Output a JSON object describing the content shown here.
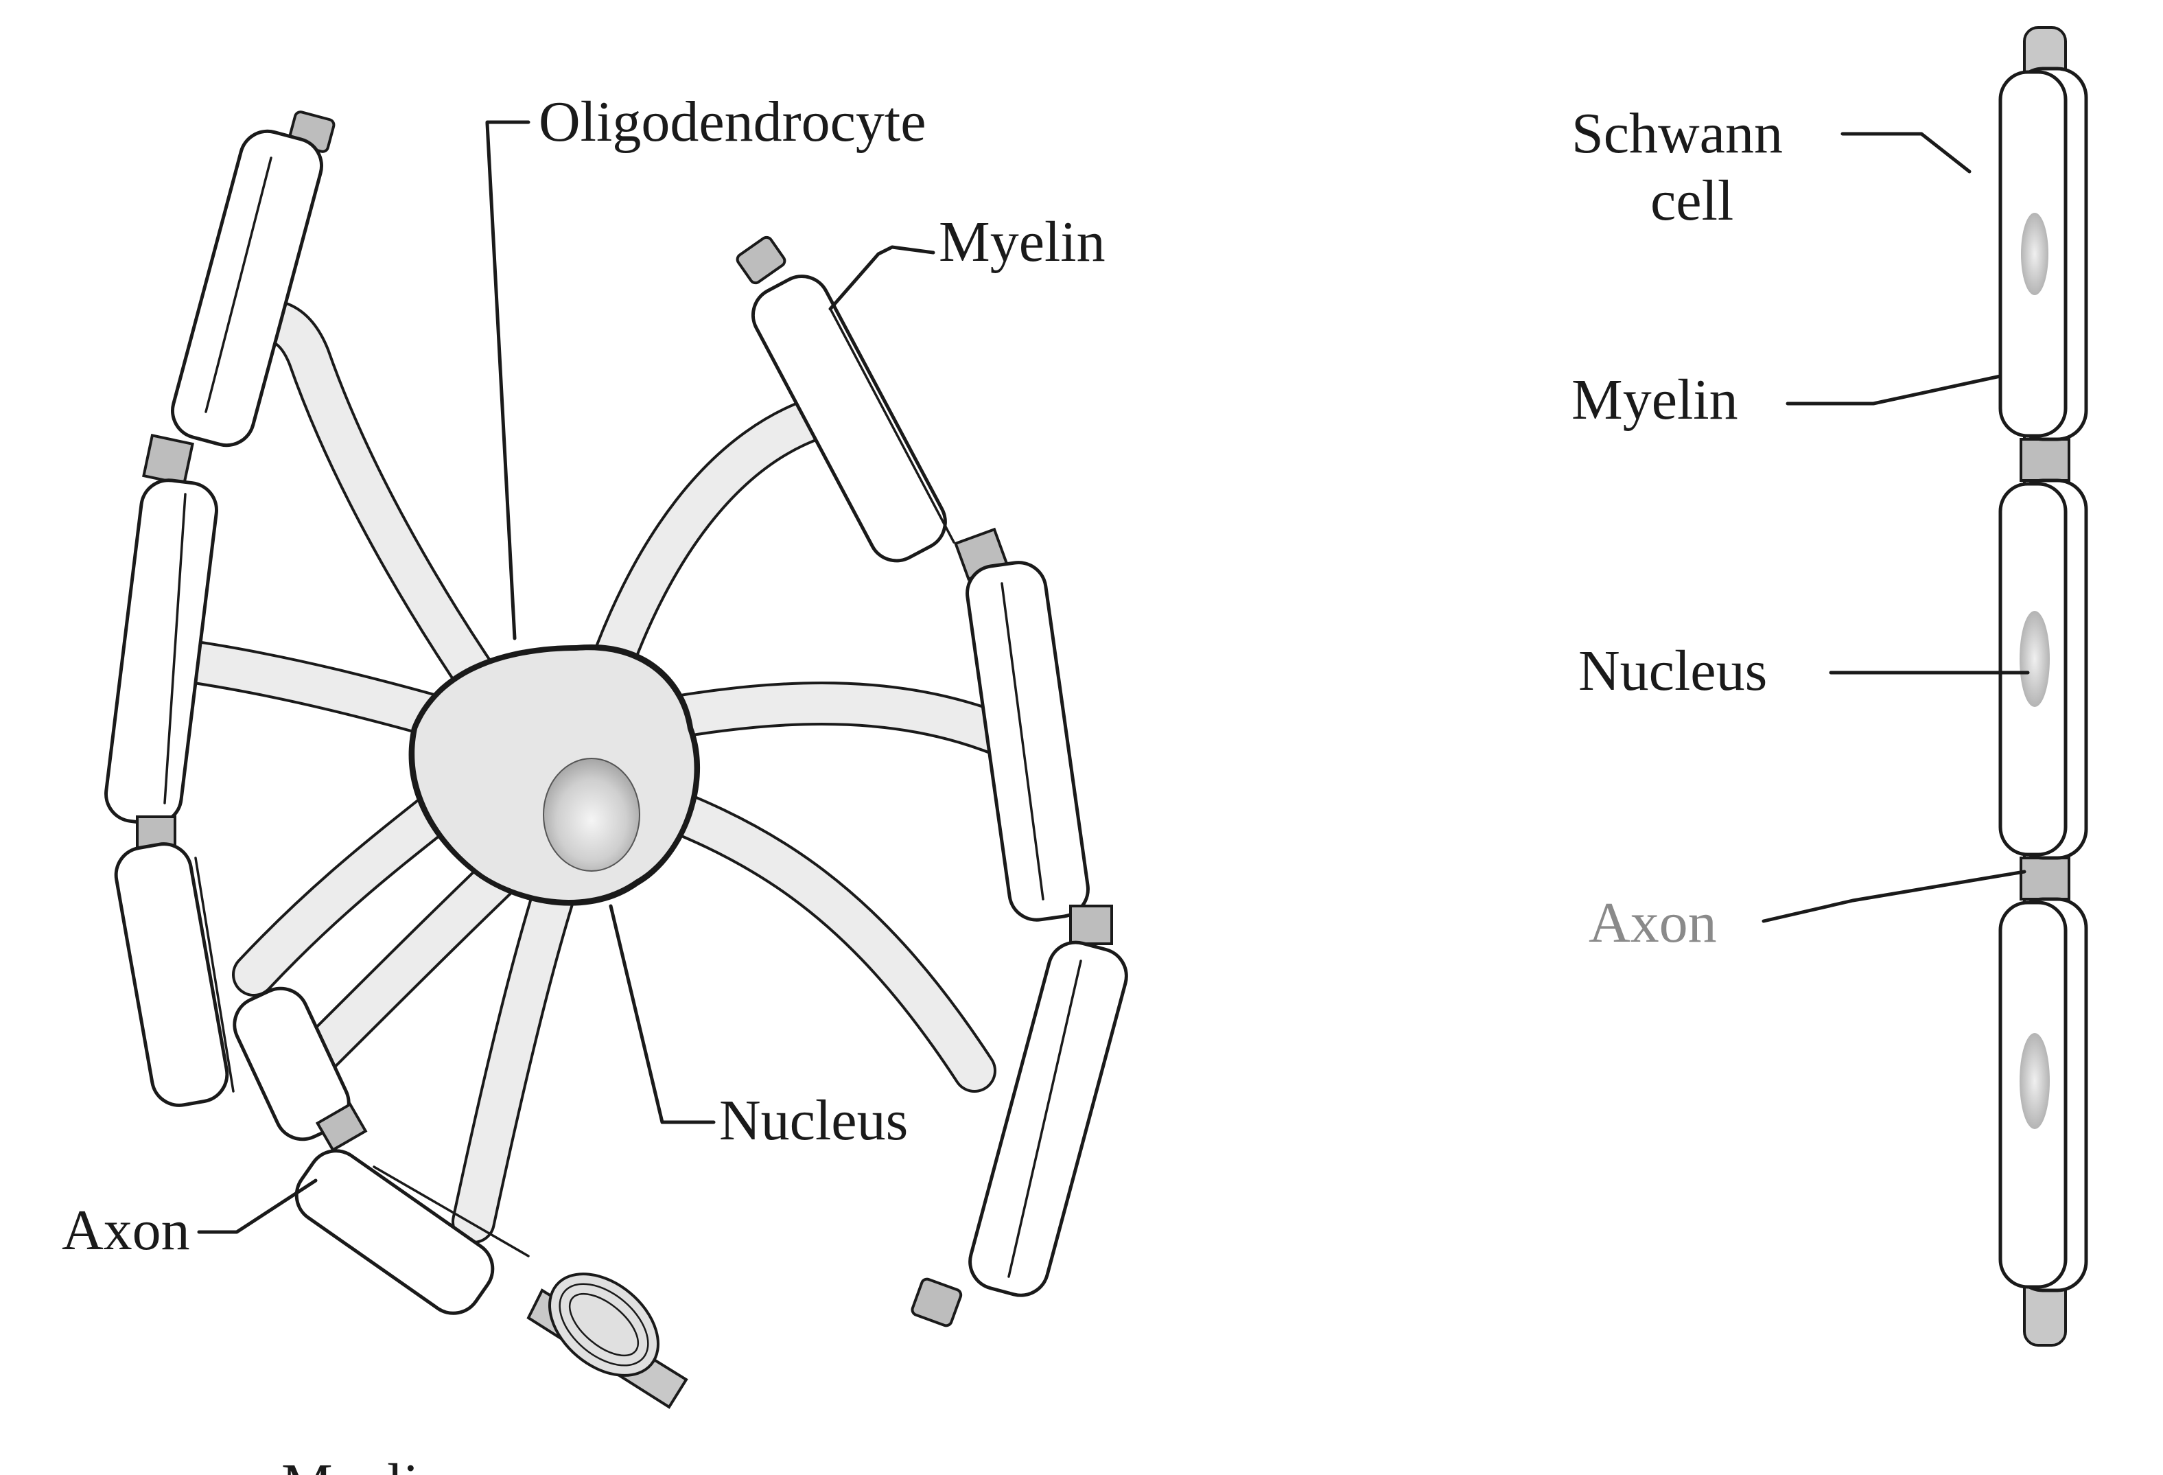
{
  "left_panel": {
    "oligodendrocyte_label": "Oligodendrocyte",
    "myelin_label": "Myelin",
    "nucleus_label": "Nucleus",
    "axon_label": "Axon",
    "cropped_caption": "Myelin"
  },
  "right_panel": {
    "schwann_label_line1": "Schwann",
    "schwann_label_line2": "cell",
    "myelin_label": "Myelin",
    "nucleus_label": "Nucleus",
    "axon_label": "Axon"
  },
  "colors": {
    "ink": "#1a1a1a",
    "cell_body": "#e6e6e6",
    "node_of_ranvier": "#bdbdbd",
    "grey_label": "#8a8a8a"
  }
}
